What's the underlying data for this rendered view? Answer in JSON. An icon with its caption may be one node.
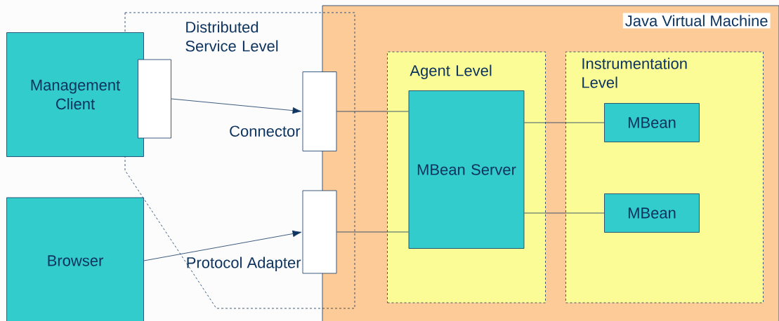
{
  "diagram": {
    "nodes": [
      {
        "text": [
          "Java Virtual Machine"
        ]
      },
      {
        "text": [
          "Distributed Service Level"
        ]
      },
      {
        "text": [
          "Management Client"
        ]
      },
      {
        "text": [],
        "shape": "box",
        "in": 1
      },
      {
        "text": [],
        "shape": "box",
        "in": 1,
        "beside": [
          "Connector"
        ]
      },
      {
        "text": [
          "Browser"
        ]
      },
      {
        "text": [],
        "shape": "box",
        "in": 1,
        "beside": [
          "Protocol Adapter"
        ]
      },
      {
        "text": [
          "Agent Level"
        ],
        "in": 0
      },
      {
        "text": [
          "MBean Server"
        ],
        "in": 7
      },
      {
        "text": [
          "Instrumentation Level"
        ],
        "in": 0
      },
      {
        "text": [
          "MBean"
        ],
        "in": 9
      },
      {
        "text": [
          "MBean"
        ],
        "in": 9
      }
    ],
    "edges": [
      {
        "from": 3,
        "to": 4,
        "arrow": "to"
      },
      {
        "from": 5,
        "to": 6,
        "arrow": "to"
      },
      {
        "from": 4,
        "to": 8,
        "arrow": "none"
      },
      {
        "from": 6,
        "to": 8,
        "arrow": "none"
      },
      {
        "from": 8,
        "to": 10,
        "arrow": "none"
      },
      {
        "from": 8,
        "to": 11,
        "arrow": "none"
      }
    ]
  }
}
